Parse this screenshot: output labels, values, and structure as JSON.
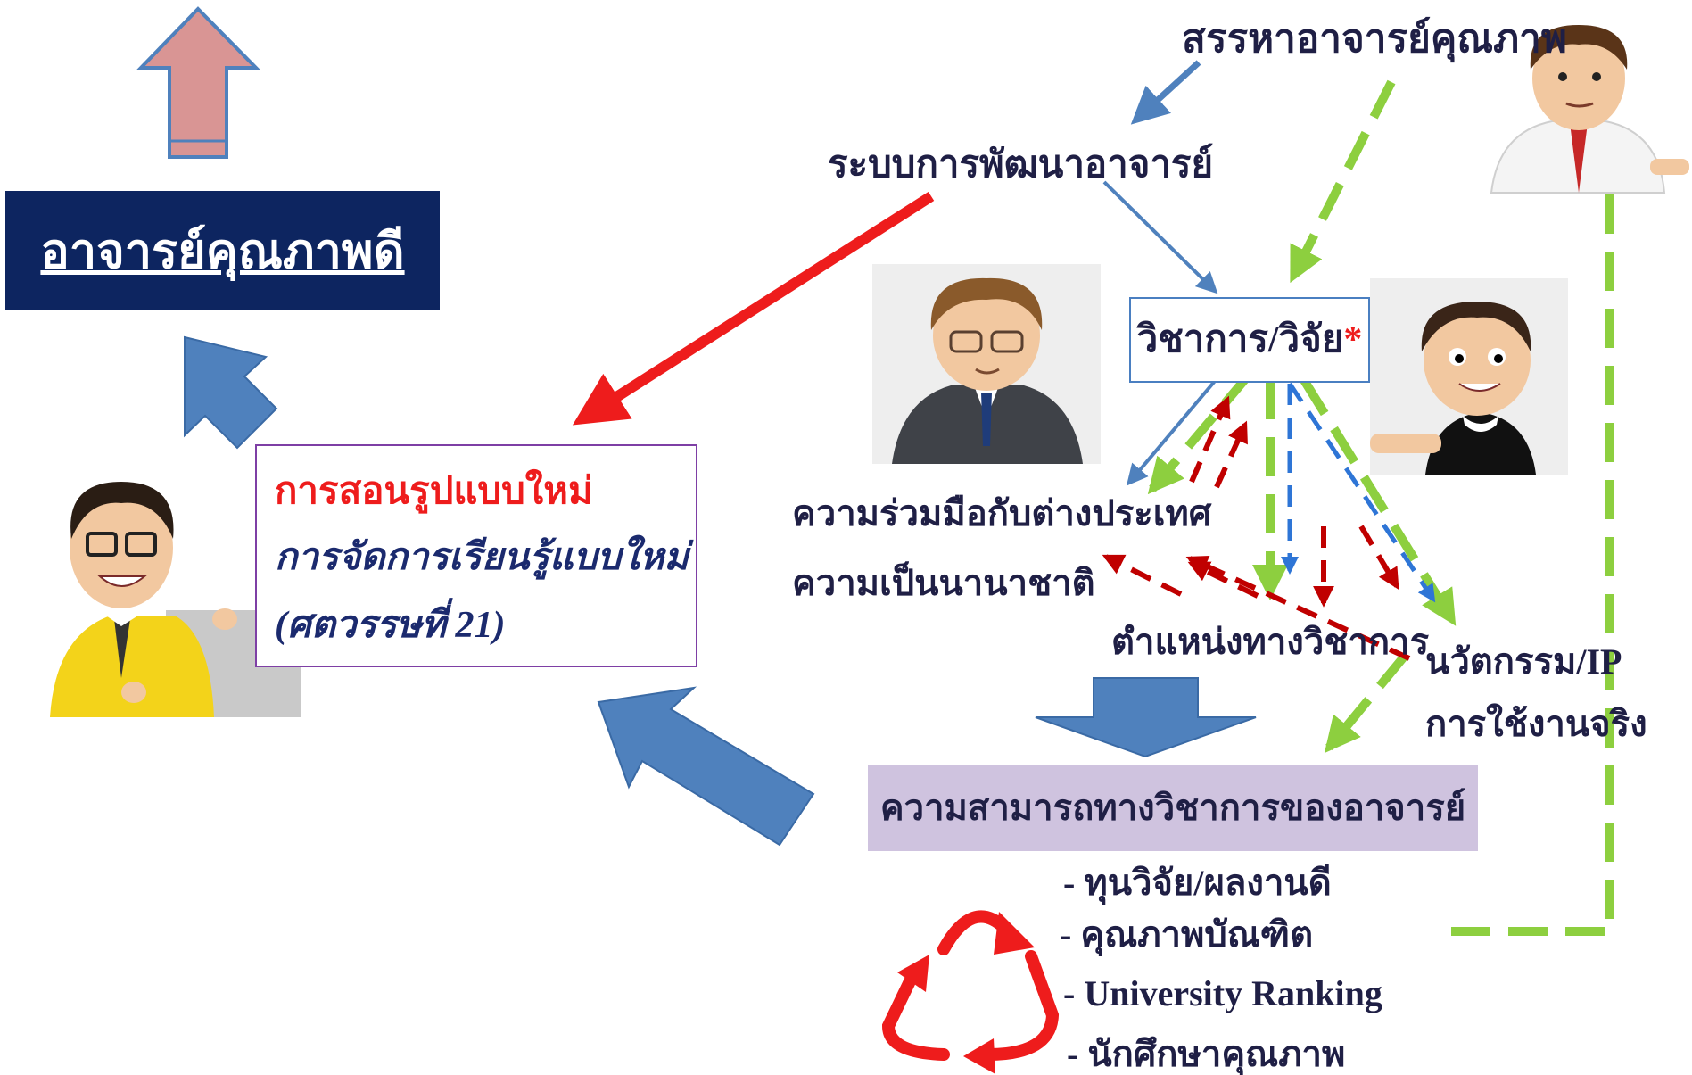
{
  "title": "อาจารย์คุณภาพดี",
  "recruit": "สรรหาอาจารย์คุณภาพ",
  "dev_system": "ระบบการพัฒนาอาจารย์",
  "academic_research": "วิชาการ/วิจัย",
  "asterisk": "*",
  "teaching": {
    "line1": "การสอนรูปแบบใหม่",
    "line2": "การจัดการเรียนรู้แบบใหม่",
    "line3": "(ศตวรรษที่ 21)"
  },
  "intl_collab": "ความร่วมมือกับต่างประเทศ",
  "internationality": "ความเป็นนานาชาติ",
  "academic_position": "ตำแหน่งทางวิชาการ",
  "innovation": "นวัตกรรม/IP",
  "real_use": "การใช้งานจริง",
  "capability": "ความสามารถทางวิชาการของอาจารย์",
  "outcomes": [
    "- ทุนวิจัย/ผลงานดี",
    "- คุณภาพบัณฑิต",
    "- University Ranking",
    "- นักศึกษาคุณภาพ"
  ],
  "colors": {
    "navy": "#0d2560",
    "block_arrow": "#4f81bd",
    "pink_arrow": "#d99594",
    "red": "#ee1c1c",
    "dark_red": "#c00000",
    "green_dash": "#8dcf3f",
    "blue_dash": "#2e75d6",
    "lavender": "#cfc3df",
    "purple_border": "#7e3fa5"
  },
  "icons": [
    "teacher-glasses-figure",
    "boy-figure",
    "man-tie-figure",
    "yellow-teacher-figure",
    "recycle-icon"
  ]
}
